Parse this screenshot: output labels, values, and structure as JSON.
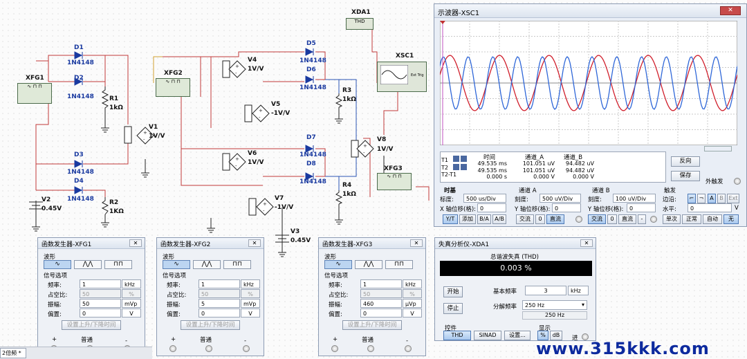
{
  "schematic": {
    "diodes": [
      {
        "ref": "D1",
        "model": "1N4148"
      },
      {
        "ref": "D2",
        "model": "1N4148"
      },
      {
        "ref": "D3",
        "model": "1N4148"
      },
      {
        "ref": "D4",
        "model": "1N4148"
      },
      {
        "ref": "D5",
        "model": "1N4148"
      },
      {
        "ref": "D6",
        "model": "1N4148"
      },
      {
        "ref": "D7",
        "model": "1N4148"
      },
      {
        "ref": "D8",
        "model": "1N4148"
      }
    ],
    "resistors": [
      {
        "ref": "R1",
        "value": "1kΩ"
      },
      {
        "ref": "R2",
        "value": "1KΩ"
      },
      {
        "ref": "R3",
        "value": "1kΩ"
      },
      {
        "ref": "R4",
        "value": "1kΩ"
      }
    ],
    "sources": [
      {
        "ref": "V1",
        "gain": "1V/V"
      },
      {
        "ref": "V4",
        "gain": "1V/V"
      },
      {
        "ref": "V5",
        "gain": "-1V/V"
      },
      {
        "ref": "V6",
        "gain": "1V/V"
      },
      {
        "ref": "V7",
        "gain": "-1V/V"
      },
      {
        "ref": "V8",
        "gain": "1V/V"
      }
    ],
    "batteries": [
      {
        "ref": "V2",
        "value": "0.45V"
      },
      {
        "ref": "V3",
        "value": "0.45V"
      }
    ],
    "generators": [
      "XFG1",
      "XFG2",
      "XFG3"
    ],
    "instrument_labels": {
      "xda": "XDA1",
      "xda_body": "THD",
      "xsc": "XSC1",
      "ext_trig": "Ext Trig"
    }
  },
  "oscilloscope": {
    "title": "示波器-XSC1",
    "close_icon": "close-icon",
    "table_headers": [
      "时间",
      "通道_A",
      "通道_B"
    ],
    "rows": [
      {
        "label": "T1",
        "time": "49.535 ms",
        "a": "101.051 uV",
        "b": "94.482 uV"
      },
      {
        "label": "T2",
        "time": "49.535 ms",
        "a": "101.051 uV",
        "b": "94.482 uV"
      },
      {
        "label": "T2-T1",
        "time": "0.000 s",
        "a": "0.000 V",
        "b": "0.000 V"
      }
    ],
    "reverse_btn": "反向",
    "save_btn": "保存",
    "ext_trigger": "外触发",
    "timebase": {
      "title": "时基",
      "scale_label": "标度:",
      "scale": "500 us/Div",
      "xpos_label": "X 轴位移(格):",
      "xpos": "0"
    },
    "channel_a": {
      "title": "通道 A",
      "scale_label": "刻度:",
      "scale": "500 uV/Div",
      "ypos_label": "Y 轴位移(格):",
      "ypos": "0"
    },
    "channel_b": {
      "title": "通道 B",
      "scale_label": "刻度:",
      "scale": "100 uV/Div",
      "ypos_label": "Y 轴位移(格):",
      "ypos": "0"
    },
    "trigger": {
      "title": "触发",
      "edge_label": "边沿:",
      "level_label": "水平:",
      "level": "0",
      "level_unit": "V"
    },
    "trig_src": [
      "A",
      "B",
      "Ext"
    ],
    "mode_buttons": [
      "Y/T",
      "添加",
      "B/A",
      "A/B"
    ],
    "coupling_a": [
      "交流",
      "0",
      "直流"
    ],
    "coupling_b": [
      "交流",
      "0",
      "直流",
      "-"
    ],
    "trig_modes": [
      "单次",
      "正常",
      "自动",
      "无"
    ],
    "colors": {
      "channel_a": "#d01d2a",
      "channel_b": "#2e66d8",
      "screen": "#ffffff"
    }
  },
  "xfg1": {
    "title": "函数发生器-XFG1",
    "waveform_label": "波形",
    "signal_opts": "信号选项",
    "freq_label": "频率:",
    "freq": "1",
    "freq_unit": "kHz",
    "duty_label": "占空比:",
    "duty": "50",
    "duty_unit": "%",
    "amp_label": "振幅:",
    "amp": "50",
    "amp_unit": "mVp",
    "offset_label": "偏置:",
    "offset": "0",
    "offset_unit": "V",
    "rise_btn": "设置上升/下降时间",
    "common": "普通",
    "plus": "+",
    "minus": "-"
  },
  "xfg2": {
    "title": "函数发生器-XFG2",
    "waveform_label": "波形",
    "signal_opts": "信号选项",
    "freq_label": "频率:",
    "freq": "1",
    "freq_unit": "kHz",
    "duty_label": "占空比:",
    "duty": "50",
    "duty_unit": "%",
    "amp_label": "振幅:",
    "amp": "5",
    "amp_unit": "mVp",
    "offset_label": "偏置:",
    "offset": "0",
    "offset_unit": "V",
    "rise_btn": "设置上升/下降时间",
    "common": "普通",
    "plus": "+",
    "minus": "-"
  },
  "xfg3": {
    "title": "函数发生器-XFG3",
    "waveform_label": "波形",
    "signal_opts": "信号选项",
    "freq_label": "频率:",
    "freq": "1",
    "freq_unit": "kHz",
    "duty_label": "占空比:",
    "duty": "50",
    "duty_unit": "%",
    "amp_label": "振幅:",
    "amp": "460",
    "amp_unit": "μVp",
    "offset_label": "偏置:",
    "offset": "0",
    "offset_unit": "V",
    "rise_btn": "设置上升/下降时间",
    "common": "普通",
    "plus": "+",
    "minus": "-"
  },
  "distortion": {
    "title": "失真分析仪-XDA1",
    "thd_label": "总谐波失真 (THD)",
    "thd_value": "0.003 %",
    "start_btn": "开始",
    "stop_btn": "停止",
    "fund_label": "基本频率",
    "fund_value": "3",
    "fund_unit": "kHz",
    "res_label": "分解频率",
    "res_value": "250 Hz",
    "res_display": "250 Hz",
    "control_label": "控件",
    "display_label": "显示",
    "thd_btn": "THD",
    "sinad_btn": "SINAD",
    "setup_btn": "设置...",
    "pct_btn": "%",
    "db_btn": "dB",
    "in_label": "进"
  },
  "taskbar": {
    "tab": "2倍频 *"
  },
  "watermark": "www.315kkk.com"
}
